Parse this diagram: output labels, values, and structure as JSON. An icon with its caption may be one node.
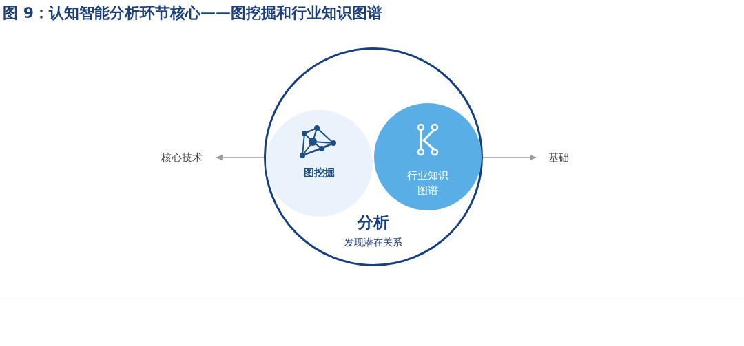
{
  "diagram": {
    "title": "图 9：认知智能分析环节核心——图挖掘和行业知识图谱",
    "nodes": [
      {
        "text": [
          "分析",
          "发现潜在关系"
        ]
      },
      {
        "text": [
          "图挖掘"
        ],
        "in": 0
      },
      {
        "text": [
          "行业知识图谱"
        ],
        "in": 0
      },
      {
        "text": [
          "核心技术"
        ]
      },
      {
        "text": [
          "基础"
        ]
      }
    ],
    "edges": [
      {
        "from": 1,
        "to": 3,
        "arrow": "to"
      },
      {
        "from": 2,
        "to": 4,
        "arrow": "to"
      }
    ]
  }
}
